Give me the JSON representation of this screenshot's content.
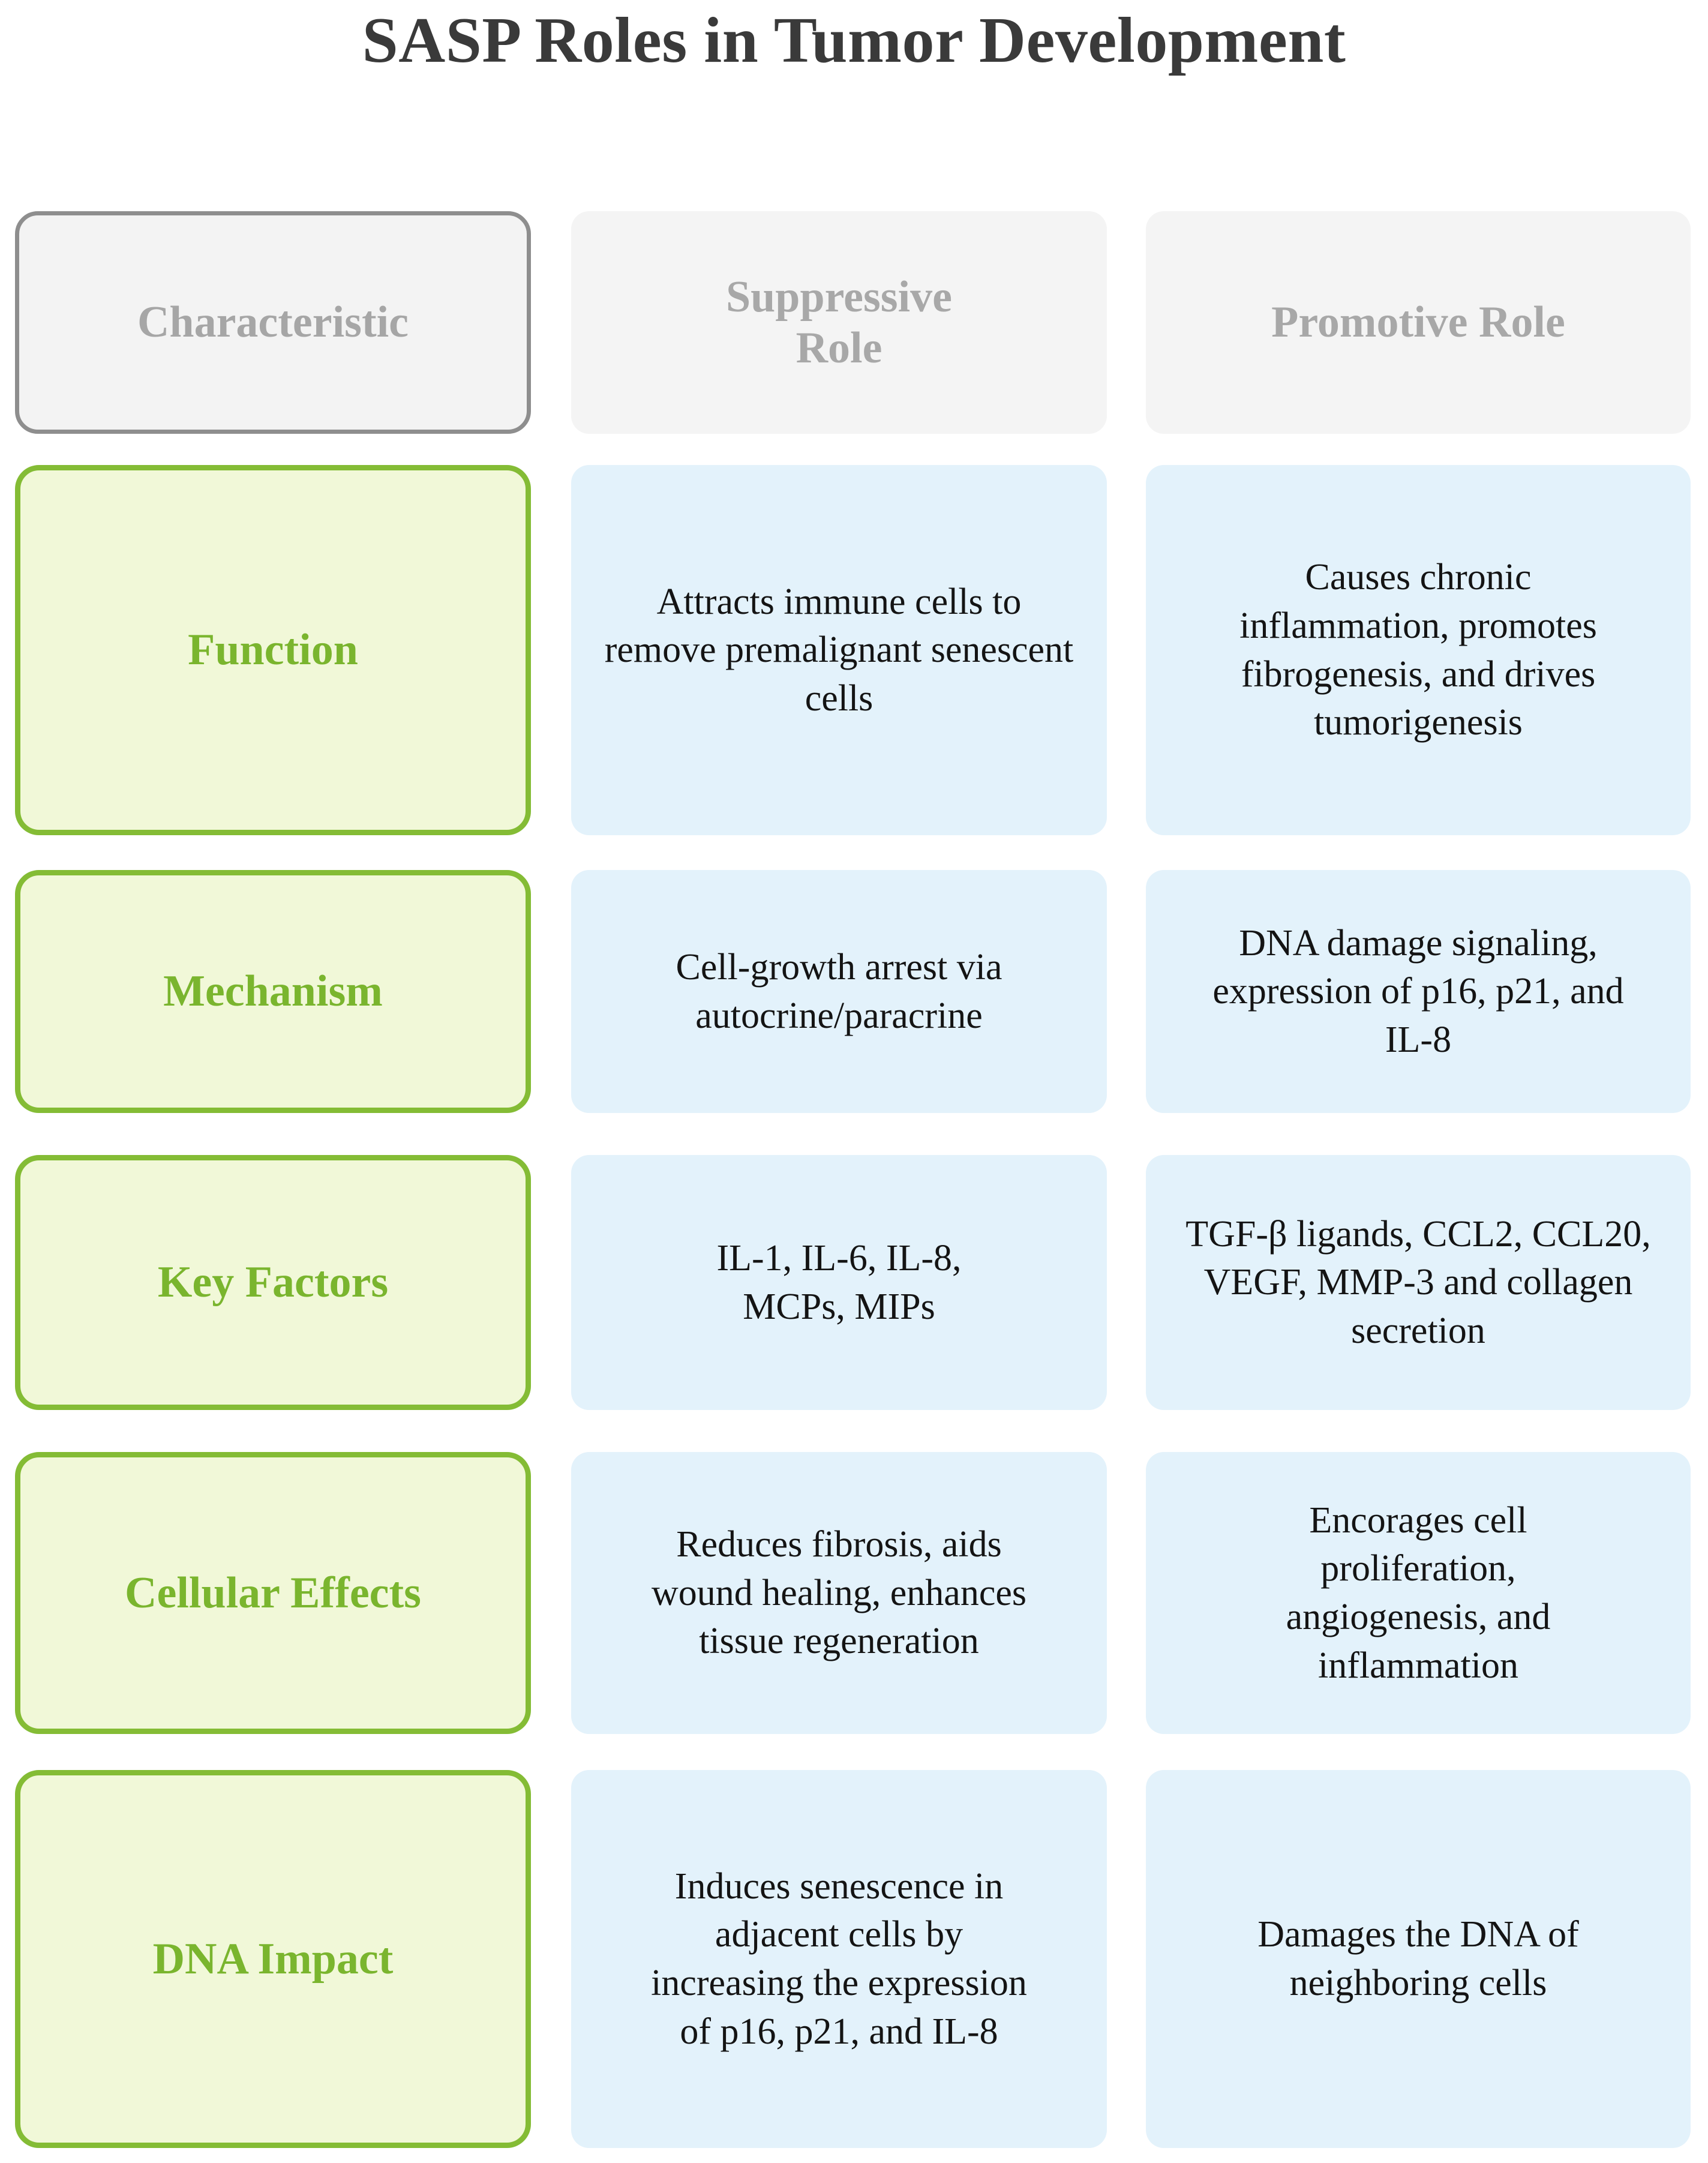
{
  "page": {
    "title": "SASP Roles in Tumor Development",
    "background_color": "#ffffff",
    "title_color": "#3a3a3a"
  },
  "colors": {
    "header_fill": "#f3f3f3",
    "header_border": "#8e8e8e",
    "header_text": "#a6a6a6",
    "category_fill": "#f1f8d8",
    "category_border": "#84bc35",
    "category_text": "#7ab52e",
    "description_fill": "#e3f2fb",
    "description_text": "#141414"
  },
  "table": {
    "headers": {
      "characteristic": "Characteristic",
      "suppressive": "Suppressive Role",
      "promotive": "Promotive Role"
    },
    "rows": [
      {
        "characteristic": "Function",
        "suppressive": "Attracts immune cells to remove premalignant senescent cells",
        "promotive": "Causes chronic inflammation, promotes fibrogenesis, and drives tumorigenesis"
      },
      {
        "characteristic": "Mechanism",
        "suppressive": "Cell-growth arrest via autocrine/paracrine",
        "promotive": "DNA damage signaling, expression of p16, p21, and IL-8"
      },
      {
        "characteristic": "Key Factors",
        "suppressive": "IL-1, IL-6, IL-8, MCPs, MIPs",
        "promotive": "TGF-β ligands, CCL2, CCL20, VEGF, MMP-3 and collagen secretion"
      },
      {
        "characteristic": "Cellular Effects",
        "suppressive": "Reduces fibrosis, aids wound healing, enhances tissue regeneration",
        "promotive": "Encorages cell proliferation, angiogenesis, and inflammation"
      },
      {
        "characteristic": "DNA Impact",
        "suppressive": "Induces senescence in adjacent cells by increasing the expression of p16, p21, and IL-8",
        "promotive": "Damages the DNA of neighboring cells"
      }
    ]
  }
}
